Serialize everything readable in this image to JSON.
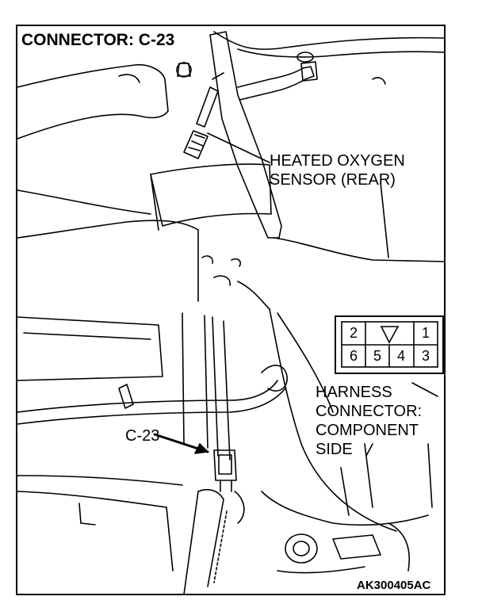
{
  "title": "CONNECTOR: C-23",
  "sensor_callout": [
    "HEATED OXYGEN",
    "SENSOR (REAR)"
  ],
  "harness_callout": [
    "HARNESS",
    "CONNECTOR:",
    "COMPONENT",
    "SIDE"
  ],
  "connector_label": "C-23",
  "figure_code": "AK300405AC",
  "connector_pins": {
    "top_row": [
      "2",
      "",
      "1"
    ],
    "bottom_row": [
      "6",
      "5",
      "4",
      "3"
    ]
  }
}
